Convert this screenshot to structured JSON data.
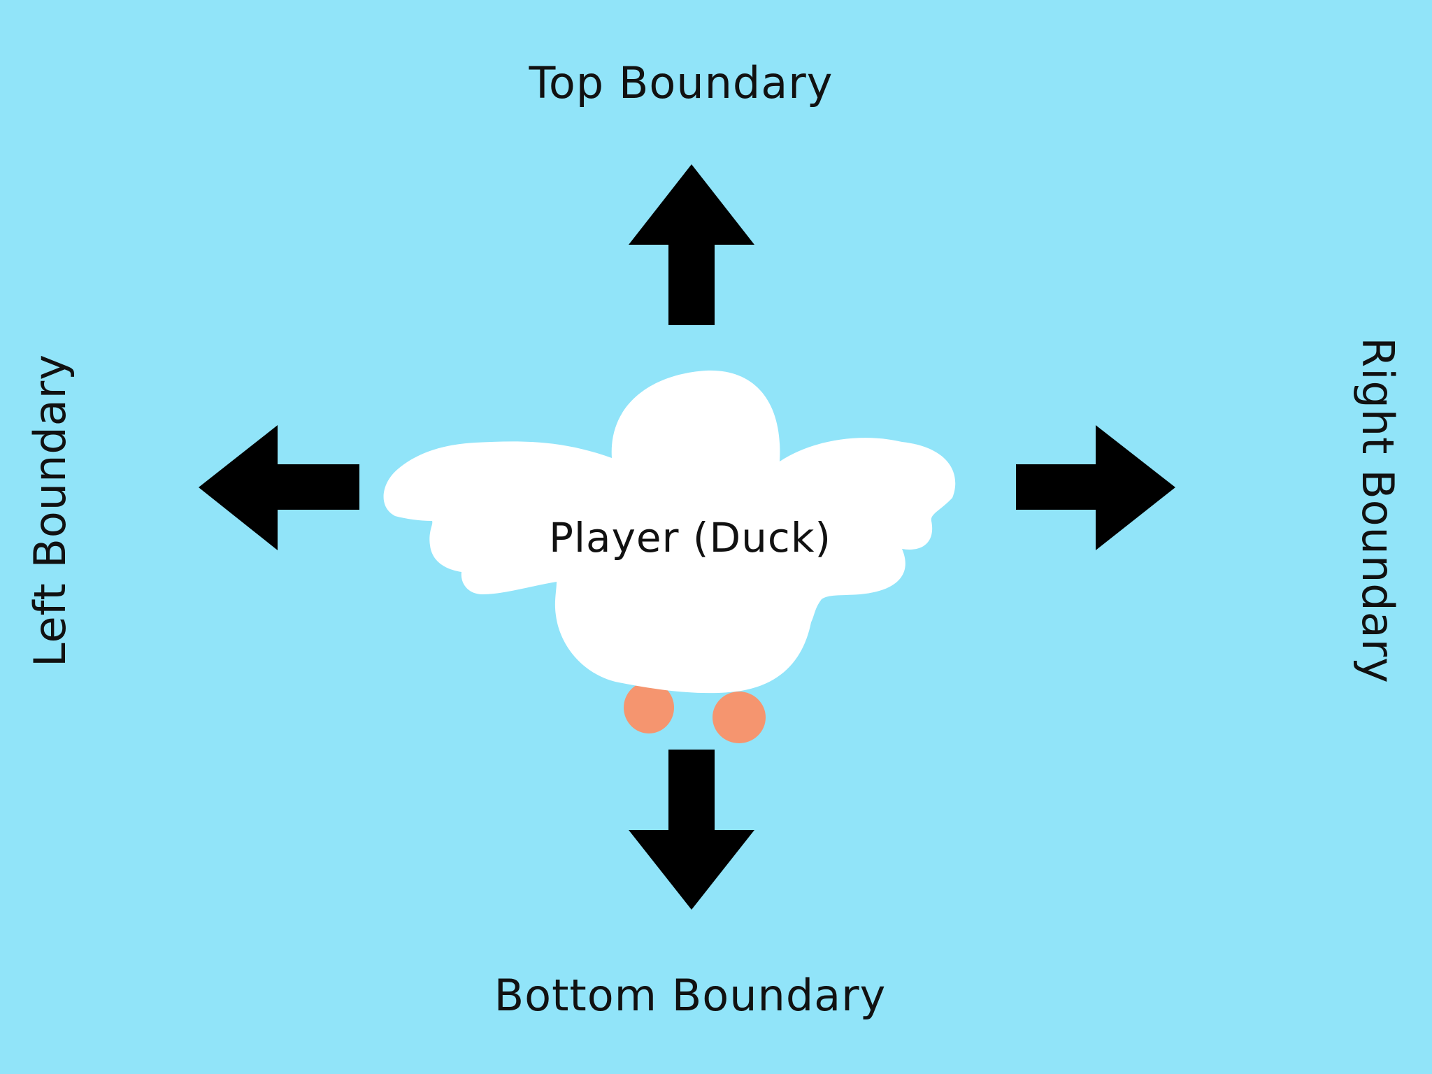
{
  "labels": {
    "top": "Top Boundary",
    "bottom": "Bottom Boundary",
    "left": "Left Boundary",
    "right": "Right Boundary",
    "player": "Player (Duck)"
  },
  "colors": {
    "background": "#91e4f9",
    "arrow": "#000000",
    "duck_body": "#ffffff",
    "duck_feet": "#f5956f"
  },
  "icons": {
    "arrows": [
      "arrow-up-icon",
      "arrow-down-icon",
      "arrow-left-icon",
      "arrow-right-icon"
    ],
    "player": "duck-icon"
  }
}
